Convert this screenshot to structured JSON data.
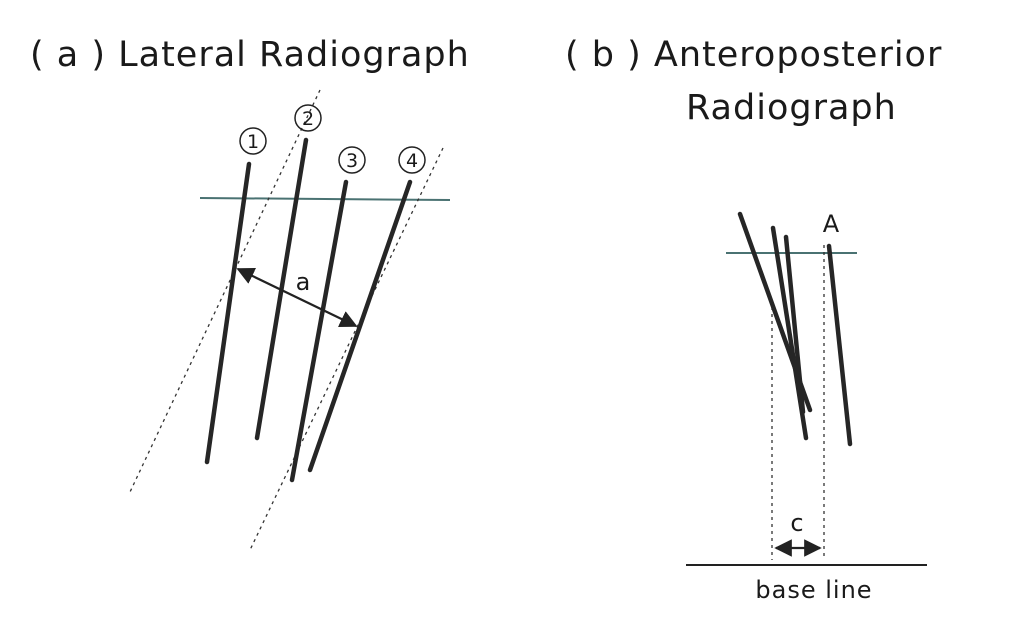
{
  "panel_a": {
    "title": "( a ) Lateral Radiograph",
    "rod_labels": [
      "1",
      "2",
      "3",
      "4"
    ],
    "distance_label": "a"
  },
  "panel_b": {
    "title_line1": "( b ) Anteroposterior",
    "title_line2": "Radiograph",
    "point_label": "A",
    "offset_label": "c",
    "baseline_label": "base line"
  },
  "colors": {
    "reference_line": "#4a7272",
    "rods": "#262626"
  }
}
